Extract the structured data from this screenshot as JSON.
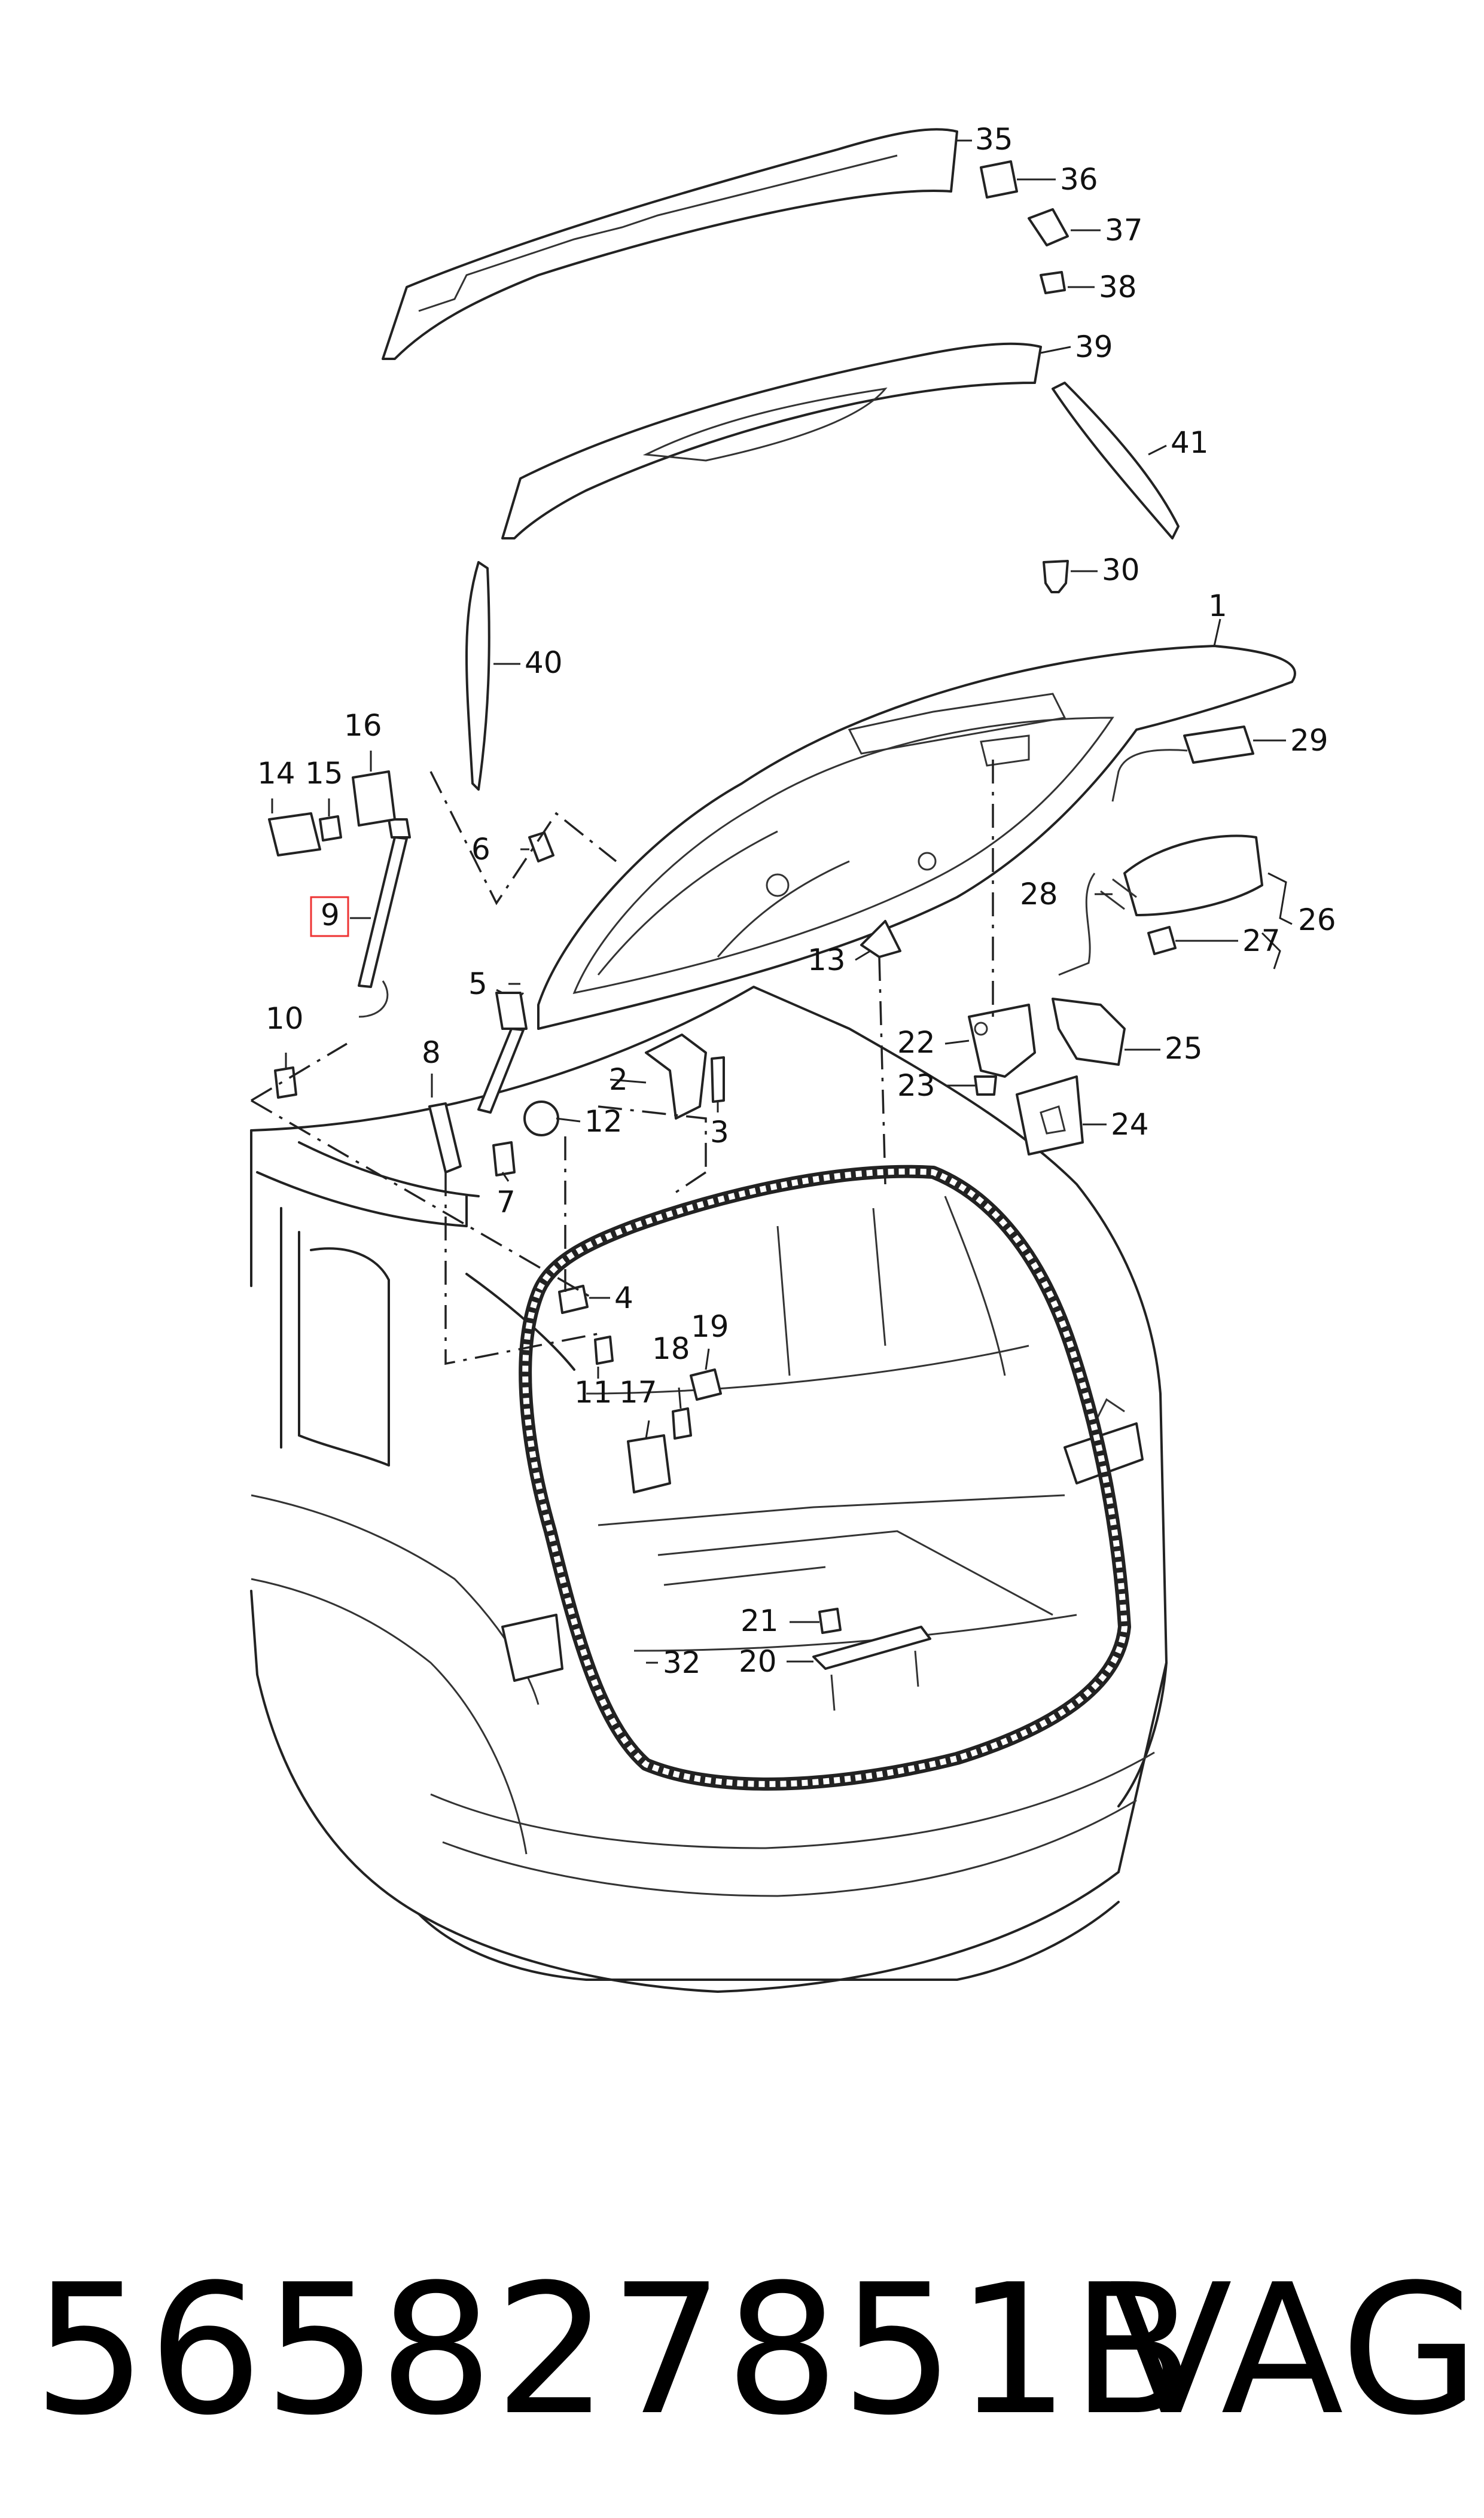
{
  "diagram": {
    "callouts": [
      {
        "id": "1",
        "label": "1"
      },
      {
        "id": "2",
        "label": "2"
      },
      {
        "id": "3",
        "label": "3"
      },
      {
        "id": "4",
        "label": "4"
      },
      {
        "id": "5",
        "label": "5"
      },
      {
        "id": "6",
        "label": "6"
      },
      {
        "id": "7",
        "label": "7"
      },
      {
        "id": "8",
        "label": "8"
      },
      {
        "id": "9",
        "label": "9",
        "highlighted": true
      },
      {
        "id": "10",
        "label": "10"
      },
      {
        "id": "11",
        "label": "11"
      },
      {
        "id": "12",
        "label": "12"
      },
      {
        "id": "13",
        "label": "13"
      },
      {
        "id": "14",
        "label": "14"
      },
      {
        "id": "15",
        "label": "15"
      },
      {
        "id": "16",
        "label": "16"
      },
      {
        "id": "17",
        "label": "17"
      },
      {
        "id": "18",
        "label": "18"
      },
      {
        "id": "19",
        "label": "19"
      },
      {
        "id": "20",
        "label": "20"
      },
      {
        "id": "21",
        "label": "21"
      },
      {
        "id": "22",
        "label": "22"
      },
      {
        "id": "23",
        "label": "23"
      },
      {
        "id": "24",
        "label": "24"
      },
      {
        "id": "25",
        "label": "25"
      },
      {
        "id": "26",
        "label": "26"
      },
      {
        "id": "27",
        "label": "27"
      },
      {
        "id": "28",
        "label": "28"
      },
      {
        "id": "29",
        "label": "29"
      },
      {
        "id": "30",
        "label": "30"
      },
      {
        "id": "32",
        "label": "32"
      },
      {
        "id": "35",
        "label": "35"
      },
      {
        "id": "36",
        "label": "36"
      },
      {
        "id": "37",
        "label": "37"
      },
      {
        "id": "38",
        "label": "38"
      },
      {
        "id": "39",
        "label": "39"
      },
      {
        "id": "40",
        "label": "40"
      },
      {
        "id": "41",
        "label": "41"
      }
    ],
    "highlight_color": "#e33333",
    "line_color": "#222222"
  },
  "footer": {
    "part_number": "565827851B",
    "brand": "VAG"
  }
}
